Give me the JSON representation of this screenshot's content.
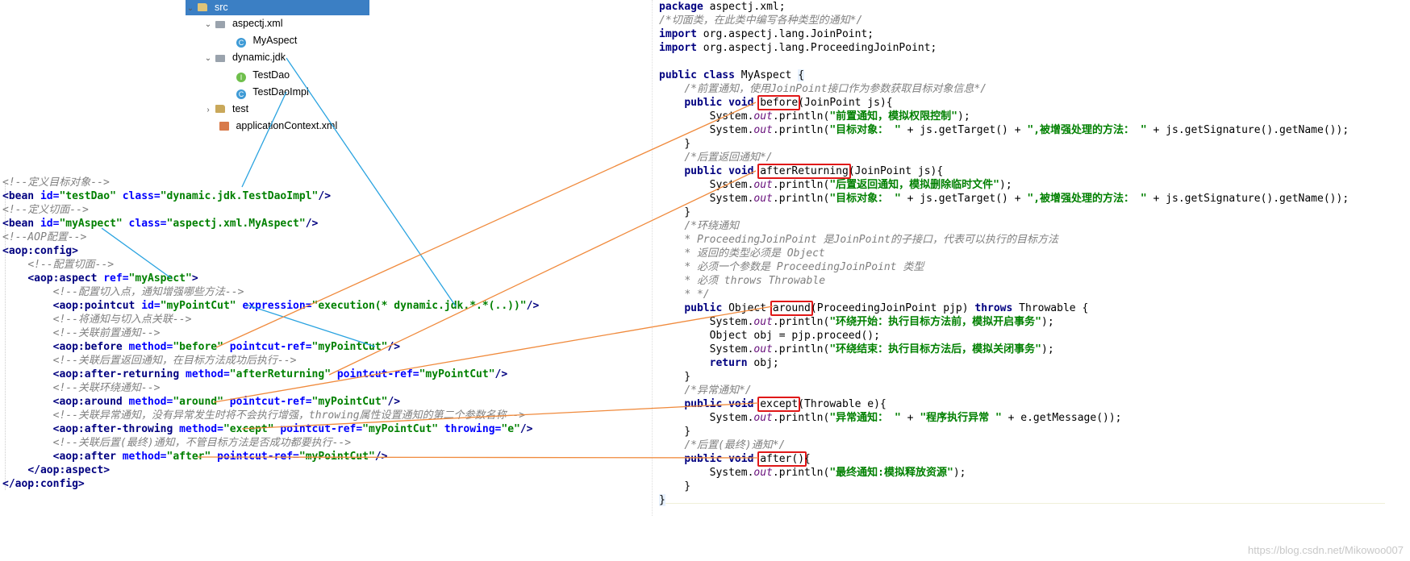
{
  "project_tree": [
    {
      "label": "src",
      "type": "folder",
      "selected": true
    },
    {
      "label": "aspectj.xml",
      "type": "package"
    },
    {
      "label": "MyAspect",
      "type": "class"
    },
    {
      "label": "dynamic.jdk",
      "type": "package"
    },
    {
      "label": "TestDao",
      "type": "interface"
    },
    {
      "label": "TestDaoImpl",
      "type": "class"
    },
    {
      "label": "test",
      "type": "folder"
    },
    {
      "label": "applicationContext.xml",
      "type": "xml-file"
    }
  ],
  "icons": {
    "class": "C",
    "interface": "I"
  },
  "xml_lines": [
    [
      [
        "c",
        "<!--定义目标对象-->"
      ]
    ],
    [
      [
        "t",
        "<bean "
      ],
      [
        "an",
        "id="
      ],
      [
        "av",
        "\"testDao\" "
      ],
      [
        "an",
        "class="
      ],
      [
        "av",
        "\"dynamic.jdk.TestDaoImpl\""
      ],
      [
        "t",
        "/>"
      ]
    ],
    [
      [
        "c",
        "<!--定义切面-->"
      ]
    ],
    [
      [
        "t",
        "<bean "
      ],
      [
        "an",
        "id="
      ],
      [
        "av",
        "\"myAspect\" "
      ],
      [
        "an",
        "class="
      ],
      [
        "av",
        "\"aspectj.xml.MyAspect\""
      ],
      [
        "t",
        "/>"
      ]
    ],
    [
      [
        "c",
        "<!--AOP配置-->"
      ]
    ],
    [
      [
        "t",
        "<aop:config>"
      ]
    ],
    [
      [
        "",
        "    "
      ],
      [
        "c",
        "<!--配置切面-->"
      ]
    ],
    [
      [
        "",
        "    "
      ],
      [
        "t",
        "<aop:aspect "
      ],
      [
        "an",
        "ref="
      ],
      [
        "av",
        "\"myAspect\""
      ],
      [
        "t",
        ">"
      ]
    ],
    [
      [
        "",
        "        "
      ],
      [
        "c",
        "<!--配置切入点，通知增强哪些方法-->"
      ]
    ],
    [
      [
        "",
        "        "
      ],
      [
        "t",
        "<aop:pointcut "
      ],
      [
        "an",
        "id="
      ],
      [
        "av",
        "\"myPointCut\" "
      ],
      [
        "an",
        "expression="
      ],
      [
        "av",
        "\"execution(* dynamic.jdk.*.*(..))\""
      ],
      [
        "t",
        "/>"
      ]
    ],
    [
      [
        "",
        "        "
      ],
      [
        "c",
        "<!--将通知与切入点关联-->"
      ]
    ],
    [
      [
        "",
        "        "
      ],
      [
        "c",
        "<!--关联前置通知-->"
      ]
    ],
    [
      [
        "",
        "        "
      ],
      [
        "t",
        "<aop:before "
      ],
      [
        "an",
        "method="
      ],
      [
        "av",
        "\"before\" "
      ],
      [
        "an",
        "pointcut-ref="
      ],
      [
        "av",
        "\"myPointCut\""
      ],
      [
        "t",
        "/>"
      ]
    ],
    [
      [
        "",
        "        "
      ],
      [
        "c",
        "<!--关联后置返回通知，在目标方法成功后执行-->"
      ]
    ],
    [
      [
        "",
        "        "
      ],
      [
        "t",
        "<aop:after-returning "
      ],
      [
        "an",
        "method="
      ],
      [
        "av",
        "\"afterReturning\" "
      ],
      [
        "an",
        "pointcut-ref="
      ],
      [
        "av",
        "\"myPointCut\""
      ],
      [
        "t",
        "/>"
      ]
    ],
    [
      [
        "",
        "        "
      ],
      [
        "c",
        "<!--关联环绕通知-->"
      ]
    ],
    [
      [
        "",
        "        "
      ],
      [
        "t",
        "<aop:around "
      ],
      [
        "an",
        "method="
      ],
      [
        "av",
        "\"around\" "
      ],
      [
        "an",
        "pointcut-ref="
      ],
      [
        "av",
        "\"myPointCut\""
      ],
      [
        "t",
        "/>"
      ]
    ],
    [
      [
        "",
        "        "
      ],
      [
        "c",
        "<!--关联异常通知，没有异常发生时将不会执行增强，throwing属性设置通知的第二个参数名称-->"
      ]
    ],
    [
      [
        "",
        "        "
      ],
      [
        "t",
        "<aop:after-throwing "
      ],
      [
        "an",
        "method="
      ],
      [
        "av",
        "\"except\" "
      ],
      [
        "an",
        "pointcut-ref="
      ],
      [
        "av",
        "\"myPointCut\" "
      ],
      [
        "an",
        "throwing="
      ],
      [
        "av",
        "\"e\""
      ],
      [
        "t",
        "/>"
      ]
    ],
    [
      [
        "",
        "        "
      ],
      [
        "c",
        "<!--关联后置(最终)通知，不管目标方法是否成功都要执行-->"
      ]
    ],
    [
      [
        "",
        "        "
      ],
      [
        "t",
        "<aop:after "
      ],
      [
        "an",
        "method="
      ],
      [
        "av",
        "\"after\" "
      ],
      [
        "an",
        "pointcut-ref="
      ],
      [
        "av",
        "\"myPointCut\""
      ],
      [
        "t",
        "/>"
      ]
    ],
    [
      [
        "",
        "    "
      ],
      [
        "t",
        "</aop:aspect>"
      ]
    ],
    [
      [
        "t",
        "</aop:config>"
      ]
    ]
  ],
  "java_lines": [
    [
      [
        "kw",
        "package "
      ],
      [
        "",
        "aspectj.xml;"
      ]
    ],
    [
      [
        "c",
        "/*切面类，在此类中编写各种类型的通知*/"
      ]
    ],
    [
      [
        "kw",
        "import "
      ],
      [
        "",
        "org.aspectj.lang.JoinPoint;"
      ]
    ],
    [
      [
        "kw",
        "import "
      ],
      [
        "",
        "org.aspectj.lang.ProceedingJoinPoint;"
      ]
    ],
    [],
    [
      [
        "kw",
        "public class "
      ],
      [
        "",
        "MyAspect "
      ],
      [
        "hl",
        "{"
      ]
    ],
    [
      [
        "",
        "    "
      ],
      [
        "c",
        "/*前置通知，使用JoinPoint接口作为参数获取目标对象信息*/"
      ]
    ],
    [
      [
        "",
        "    "
      ],
      [
        "kw",
        "public void "
      ],
      [
        "box",
        "before"
      ],
      [
        "",
        "(JoinPoint js){"
      ]
    ],
    [
      [
        "",
        "        System."
      ],
      [
        "fi",
        "out"
      ],
      [
        "",
        ".println("
      ],
      [
        "st",
        "\"前置通知，模拟权限控制\""
      ],
      [
        "",
        ");"
      ]
    ],
    [
      [
        "",
        "        System."
      ],
      [
        "fi",
        "out"
      ],
      [
        "",
        ".println("
      ],
      [
        "st",
        "\"目标对象： \""
      ],
      [
        "",
        " + js.getTarget() + "
      ],
      [
        "st",
        "\",被增强处理的方法： \""
      ],
      [
        "",
        " + js.getSignature().getName());"
      ]
    ],
    [
      [
        "",
        "    }"
      ]
    ],
    [
      [
        "",
        "    "
      ],
      [
        "c",
        "/*后置返回通知*/"
      ]
    ],
    [
      [
        "",
        "    "
      ],
      [
        "kw",
        "public void "
      ],
      [
        "box",
        "afterReturning"
      ],
      [
        "",
        "(JoinPoint js){"
      ]
    ],
    [
      [
        "",
        "        System."
      ],
      [
        "fi",
        "out"
      ],
      [
        "",
        ".println("
      ],
      [
        "st",
        "\"后置返回通知，模拟删除临时文件\""
      ],
      [
        "",
        ");"
      ]
    ],
    [
      [
        "",
        "        System."
      ],
      [
        "fi",
        "out"
      ],
      [
        "",
        ".println("
      ],
      [
        "st",
        "\"目标对象： \""
      ],
      [
        "",
        " + js.getTarget() + "
      ],
      [
        "st",
        "\",被增强处理的方法： \""
      ],
      [
        "",
        " + js.getSignature().getName());"
      ]
    ],
    [
      [
        "",
        "    }"
      ]
    ],
    [
      [
        "",
        "    "
      ],
      [
        "c",
        "/*环绕通知"
      ]
    ],
    [
      [
        "",
        "    "
      ],
      [
        "c",
        "* ProceedingJoinPoint 是JoinPoint的子接口，代表可以执行的目标方法"
      ]
    ],
    [
      [
        "",
        "    "
      ],
      [
        "c",
        "* 返回的类型必须是 Object"
      ]
    ],
    [
      [
        "",
        "    "
      ],
      [
        "c",
        "* 必须一个参数是 ProceedingJoinPoint 类型"
      ]
    ],
    [
      [
        "",
        "    "
      ],
      [
        "c",
        "* 必须 throws Throwable"
      ]
    ],
    [
      [
        "",
        "    "
      ],
      [
        "c",
        "* */"
      ]
    ],
    [
      [
        "",
        "    "
      ],
      [
        "kw",
        "public "
      ],
      [
        "",
        "Object "
      ],
      [
        "box",
        "around"
      ],
      [
        "",
        "(ProceedingJoinPoint pjp) "
      ],
      [
        "kw",
        "throws "
      ],
      [
        "",
        "Throwable {"
      ]
    ],
    [
      [
        "",
        "        System."
      ],
      [
        "fi",
        "out"
      ],
      [
        "",
        ".println("
      ],
      [
        "st",
        "\"环绕开始：执行目标方法前，模拟开启事务\""
      ],
      [
        "",
        ");"
      ]
    ],
    [
      [
        "",
        "        Object obj = pjp.proceed();"
      ]
    ],
    [
      [
        "",
        "        System."
      ],
      [
        "fi",
        "out"
      ],
      [
        "",
        ".println("
      ],
      [
        "st",
        "\"环绕结束：执行目标方法后，模拟关闭事务\""
      ],
      [
        "",
        ");"
      ]
    ],
    [
      [
        "",
        "        "
      ],
      [
        "kw",
        "return "
      ],
      [
        "",
        "obj;"
      ]
    ],
    [
      [
        "",
        "    }"
      ]
    ],
    [
      [
        "",
        "    "
      ],
      [
        "c",
        "/*异常通知*/"
      ]
    ],
    [
      [
        "",
        "    "
      ],
      [
        "kw",
        "public void "
      ],
      [
        "box",
        "except"
      ],
      [
        "",
        "(Throwable e){"
      ]
    ],
    [
      [
        "",
        "        System."
      ],
      [
        "fi",
        "out"
      ],
      [
        "",
        ".println("
      ],
      [
        "st",
        "\"异常通知： \""
      ],
      [
        "",
        " + "
      ],
      [
        "st",
        "\"程序执行异常 \""
      ],
      [
        "",
        " + e.getMessage());"
      ]
    ],
    [
      [
        "",
        "    }"
      ]
    ],
    [
      [
        "",
        "    "
      ],
      [
        "c",
        "/*后置(最终)通知*/"
      ]
    ],
    [
      [
        "",
        "    "
      ],
      [
        "kw",
        "public void "
      ],
      [
        "box",
        "after()"
      ],
      [
        "",
        "{"
      ]
    ],
    [
      [
        "",
        "        System."
      ],
      [
        "fi",
        "out"
      ],
      [
        "",
        ".println("
      ],
      [
        "st",
        "\"最终通知:模拟释放资源\""
      ],
      [
        "",
        ");"
      ]
    ],
    [
      [
        "",
        "    }"
      ]
    ],
    [
      [
        "hl",
        "}"
      ]
    ]
  ],
  "colors": {
    "arrow_blue": "#2aa3e0",
    "arrow_orange": "#f08a3c",
    "box_red": "#e01818",
    "selection": "#3b7fc4"
  },
  "watermark": "https://blog.csdn.net/Mikowoo007"
}
